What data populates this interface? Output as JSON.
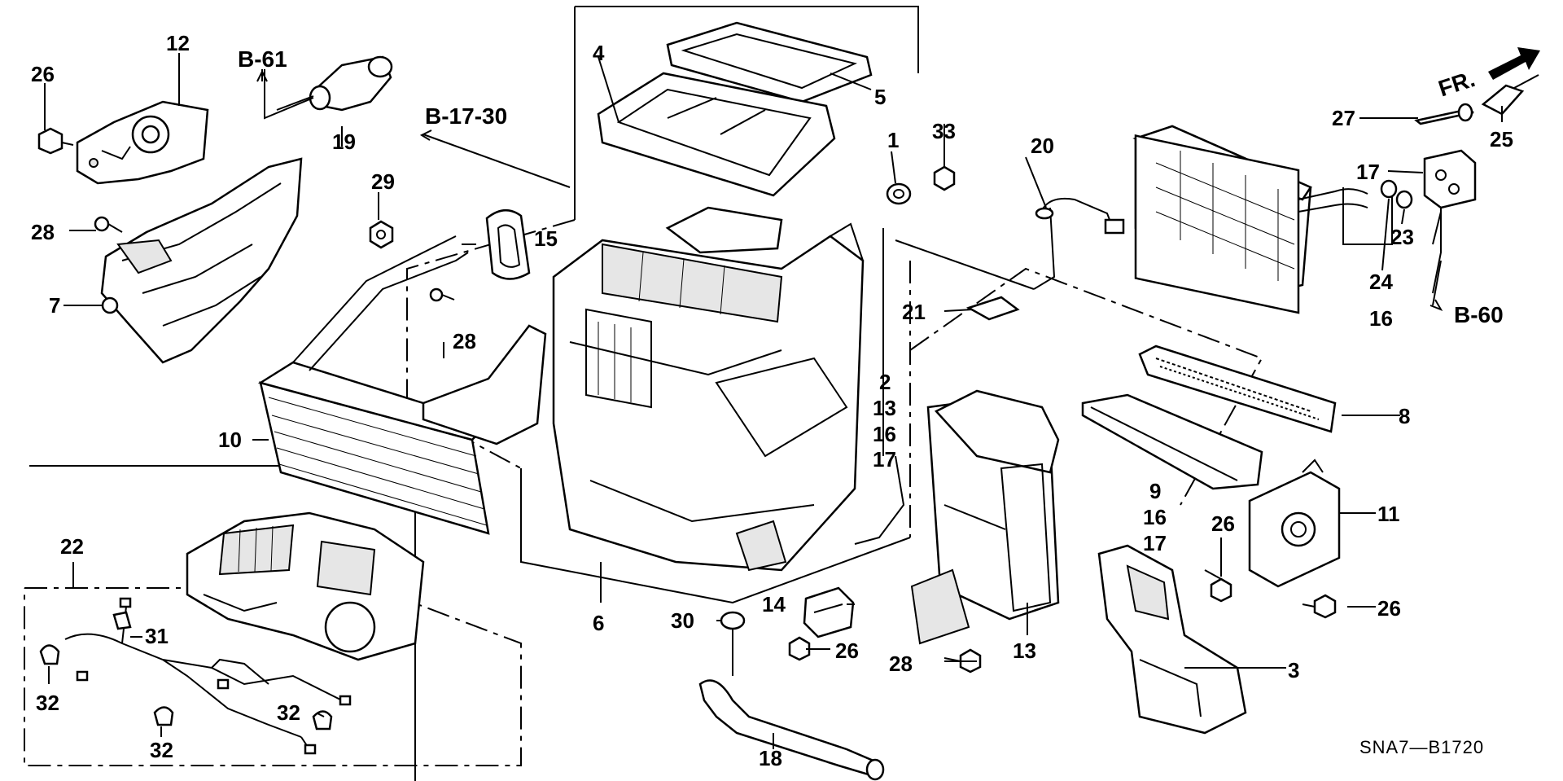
{
  "figure_code": "SNA7—B1720",
  "direction_label": "FR.",
  "references": {
    "b61": "B-61",
    "b1730": "B-17-30",
    "b60": "B-60"
  },
  "callouts": {
    "n1": "1",
    "n2": "2",
    "n3": "3",
    "n4": "4",
    "n5": "5",
    "n6": "6",
    "n7": "7",
    "n8": "8",
    "n9": "9",
    "n10": "10",
    "n11": "11",
    "n12": "12",
    "n13a": "13",
    "n13b": "13",
    "n14": "14",
    "n15": "15",
    "n16a": "16",
    "n16b": "16",
    "n16c": "16",
    "n17a": "17",
    "n17b": "17",
    "n17c": "17",
    "n18": "18",
    "n19": "19",
    "n20": "20",
    "n21": "21",
    "n22": "22",
    "n23": "23",
    "n24": "24",
    "n25": "25",
    "n26a": "26",
    "n26b": "26",
    "n26c": "26",
    "n26d": "26",
    "n27": "27",
    "n28a": "28",
    "n28b": "28",
    "n28c": "28",
    "n29": "29",
    "n30": "30",
    "n31": "31",
    "n32a": "32",
    "n32b": "32",
    "n32c": "32",
    "n33": "33"
  }
}
